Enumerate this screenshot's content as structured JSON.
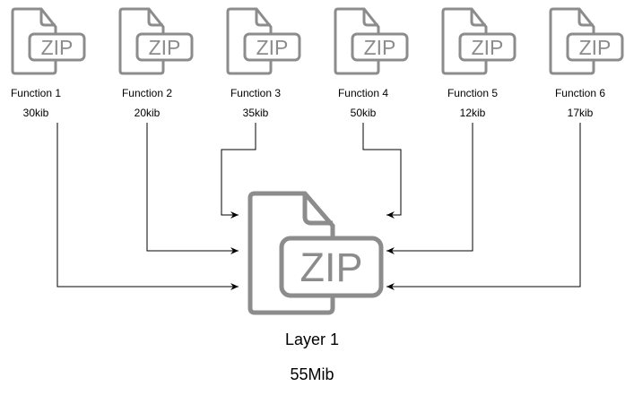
{
  "diagram": {
    "functions": [
      {
        "name": "Function 1",
        "size": "30kib",
        "icon": "zip-file-icon"
      },
      {
        "name": "Function 2",
        "size": "20kib",
        "icon": "zip-file-icon"
      },
      {
        "name": "Function 3",
        "size": "35kib",
        "icon": "zip-file-icon"
      },
      {
        "name": "Function 4",
        "size": "50kib",
        "icon": "zip-file-icon"
      },
      {
        "name": "Function 5",
        "size": "12kib",
        "icon": "zip-file-icon"
      },
      {
        "name": "Function 6",
        "size": "17kib",
        "icon": "zip-file-icon"
      }
    ],
    "layer": {
      "name": "Layer 1",
      "size": "55Mib",
      "icon": "zip-file-icon"
    },
    "icon_text": "ZIP",
    "colors": {
      "icon_stroke": "#8c8c8c",
      "connector": "#000000",
      "text": "#000000"
    }
  }
}
